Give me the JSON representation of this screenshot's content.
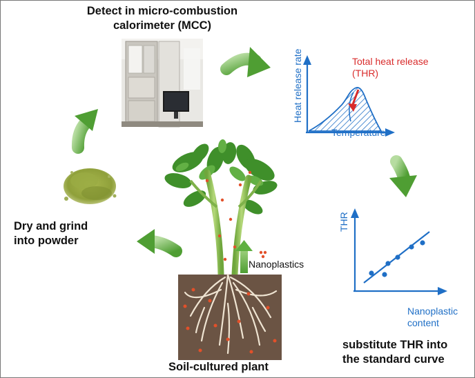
{
  "steps": {
    "detect": {
      "line1": "Detect in micro-combustion",
      "line2": "calorimeter (MCC)"
    },
    "dry": {
      "line1": "Dry and grind",
      "line2": "into powder"
    },
    "plant": {
      "label": "Soil-cultured plant"
    },
    "substitute": {
      "line1": "substitute THR into",
      "line2": "the standard curve"
    }
  },
  "nanoplastics": {
    "label": "Nanoplastics"
  },
  "heat_chart": {
    "ylabel": "Heat release rate",
    "xlabel": "Temperature",
    "annotation_line1": "Total heat release",
    "annotation_line2": "(THR)"
  },
  "standard_curve": {
    "ylabel": "THR",
    "xlabel_line1": "Nanoplastic",
    "xlabel_line2": "content"
  },
  "colors": {
    "arrow_green": "#5fb040",
    "chart_blue": "#1f6fc6",
    "thr_red": "#d92b2b",
    "soil_brown": "#6b5444",
    "particle_orange": "#e2502a"
  }
}
